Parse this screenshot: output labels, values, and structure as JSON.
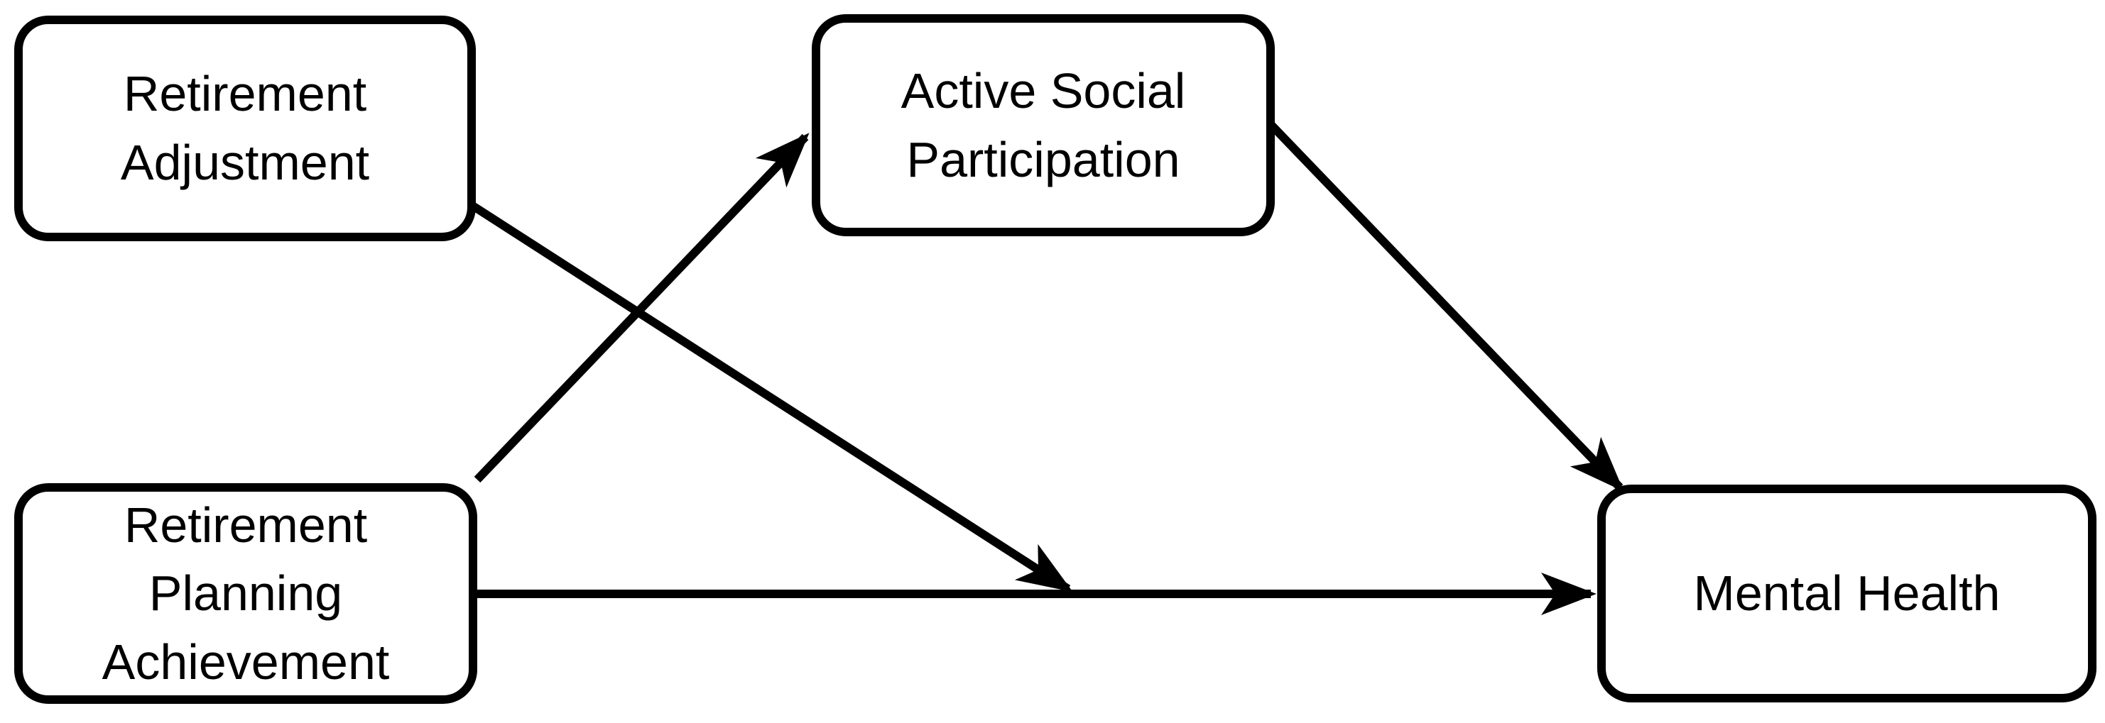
{
  "diagram": {
    "type": "path-model",
    "background_color": "#ffffff",
    "box_border_color": "#000000",
    "box_fill_color": "#ffffff",
    "arrow_color": "#000000",
    "nodes": [
      {
        "id": "retirement-adjustment",
        "label": "Retirement\nAdjustment",
        "role": "predictor"
      },
      {
        "id": "active-social-participation",
        "label": "Active Social\nParticipation",
        "role": "mediator"
      },
      {
        "id": "retirement-planning-achievement",
        "label": "Retirement\nPlanning\nAchievement",
        "role": "predictor"
      },
      {
        "id": "mental-health",
        "label": "Mental Health",
        "role": "outcome"
      }
    ],
    "edges": [
      {
        "from": "retirement-planning-achievement",
        "to": "active-social-participation",
        "arrowhead": "end"
      },
      {
        "from": "active-social-participation",
        "to": "mental-health",
        "arrowhead": "end"
      },
      {
        "from": "retirement-planning-achievement",
        "to": "mental-health",
        "arrowhead": "end"
      },
      {
        "from": "retirement-adjustment",
        "to": "path:retirement-planning-achievement->mental-health",
        "arrowhead": "end",
        "note": "arrow points onto the horizontal path line (moderation)"
      }
    ]
  }
}
